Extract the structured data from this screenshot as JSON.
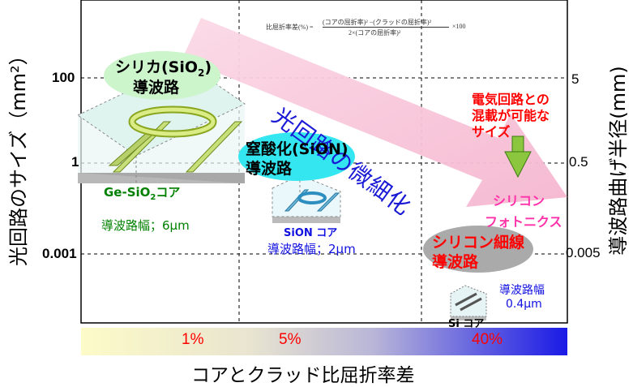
{
  "formula": {
    "lhs": "比屈折率差(%) =",
    "numerator": "(コアの屈折率)² −(クラッドの屈折率)²",
    "denominator": "2×(コアの屈折率)²",
    "factor": "×100"
  },
  "left_axis": {
    "title": "光回路のサイズ（mm²）",
    "ticks": [
      "100",
      "1",
      "0.001"
    ]
  },
  "right_axis": {
    "title": "導波路曲げ半径(mm)",
    "ticks": [
      "5",
      "0.5",
      "0.005"
    ]
  },
  "x_axis": {
    "title": "コアとクラッド比屈折率差",
    "gradient_labels": [
      "1%",
      "5%",
      "40%"
    ]
  },
  "arrow_text": "光回路の微細化",
  "silica": {
    "title_line1": "シリカ(SiO",
    "title_sub": "2",
    "title_close": ")",
    "title_line2": "導波路",
    "core_label_pre": "Ge-SiO",
    "core_label_sub": "2",
    "core_label_post": "コア",
    "width_label": "導波路幅；6μm"
  },
  "sion": {
    "title_line1": "窒酸化(SiON)",
    "title_line2": "導波路",
    "core_label": "SiON コア",
    "width_label": "導波路幅；2μm"
  },
  "silicon": {
    "title_line1": "シリコン細線",
    "title_line2": "導波路",
    "core_label": "Si コア",
    "width_label_line1": "導波路幅",
    "width_label_line2": "0.4μm"
  },
  "electric_note": {
    "line1": "電気回路との",
    "line2": "混載が可能な",
    "line3": "サイズ"
  },
  "photonics_label": {
    "line1": "シリコン",
    "line2": "フォトニクス"
  },
  "colors": {
    "silica_blob": "#ccf5cc",
    "sion_blob": "#33e6f0",
    "silicon_blob": "#aaaaaa",
    "arrow": "#f7c0d6",
    "arrow_text": "#1a1ad6",
    "red_text": "#ff0000",
    "magenta_text": "#ff33aa",
    "green_text": "#008000",
    "blue_text": "#1010e0",
    "gradient_start": "#fdfbc8",
    "gradient_end": "#1a1ae6"
  }
}
